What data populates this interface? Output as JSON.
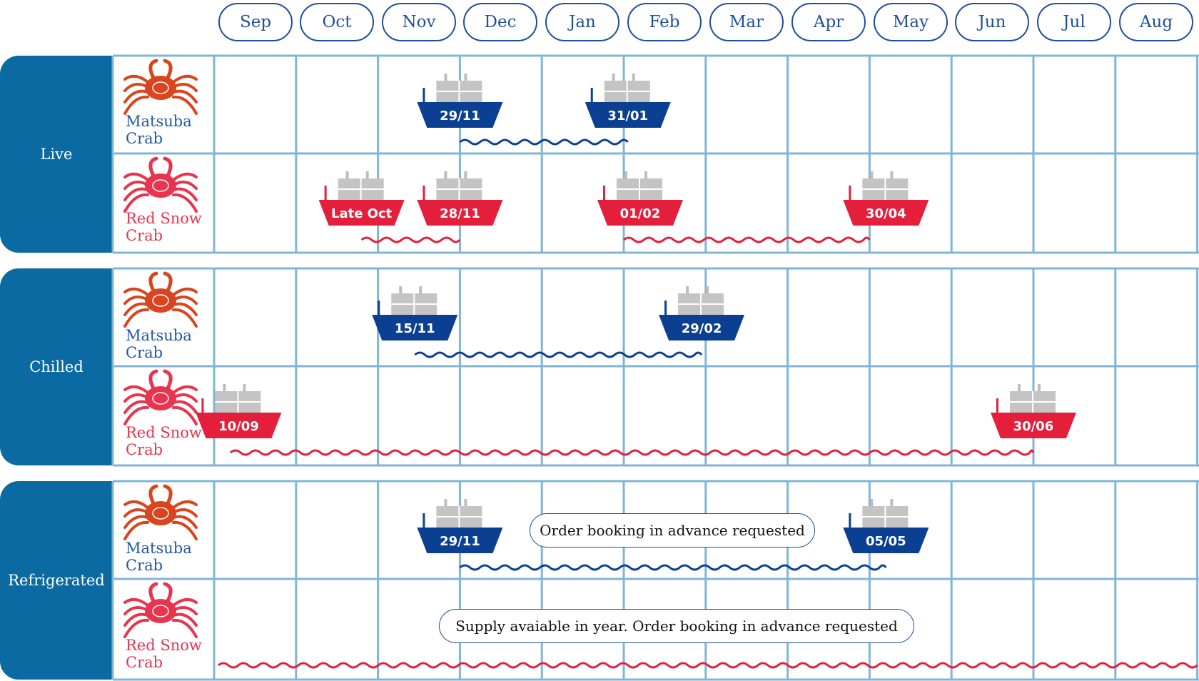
{
  "months": [
    "Sep",
    "Oct",
    "Nov",
    "Dec",
    "Jan",
    "Feb",
    "Mar",
    "Apr",
    "May",
    "Jun",
    "Jul",
    "Aug"
  ],
  "colors": {
    "blue": "#0a3d91",
    "red": "#e8233f",
    "tab": "#0a6aa1",
    "grid": "#7fb6d6",
    "hull_blue": "#0b3f92",
    "hull_red": "#e41f3c",
    "cargo": "#c4c4c4"
  },
  "sections": [
    {
      "label": "Live",
      "rows": [
        {
          "crab": "Matsuba Crab",
          "crab_line1": "Matsuba",
          "crab_line2": "Crab",
          "color": "blue",
          "ships": [
            {
              "date": "29/11",
              "month_pos": 3.0
            },
            {
              "date": "31/01",
              "month_pos": 5.05
            }
          ],
          "availability": [
            {
              "from": 3.0,
              "to": 5.05
            }
          ]
        },
        {
          "crab": "Red Snow Crab",
          "crab_line1": "Red Snow",
          "crab_line2": "Crab",
          "color": "red",
          "ships": [
            {
              "date": "Late Oct",
              "month_pos": 1.8
            },
            {
              "date": "28/11",
              "month_pos": 3.0
            },
            {
              "date": "01/02",
              "month_pos": 5.2
            },
            {
              "date": "30/04",
              "month_pos": 8.2
            }
          ],
          "availability": [
            {
              "from": 1.8,
              "to": 3.0
            },
            {
              "from": 5.0,
              "to": 8.0
            }
          ]
        }
      ]
    },
    {
      "label": "Chilled",
      "rows": [
        {
          "crab": "Matsuba Crab",
          "crab_line1": "Matsuba",
          "crab_line2": "Crab",
          "color": "blue",
          "ships": [
            {
              "date": "15/11",
              "month_pos": 2.45
            },
            {
              "date": "29/02",
              "month_pos": 5.95
            }
          ],
          "availability": [
            {
              "from": 2.45,
              "to": 5.95
            }
          ]
        },
        {
          "crab": "Red Snow Crab",
          "crab_line1": "Red Snow",
          "crab_line2": "Crab",
          "color": "red",
          "ships": [
            {
              "date": "10/09",
              "month_pos": 0.3
            },
            {
              "date": "30/06",
              "month_pos": 10.0
            }
          ],
          "availability": [
            {
              "from": 0.2,
              "to": 10.0
            }
          ]
        }
      ]
    },
    {
      "label": "Refrigerated",
      "rows": [
        {
          "crab": "Matsuba Crab",
          "crab_line1": "Matsuba",
          "crab_line2": "Crab",
          "color": "blue",
          "ships": [
            {
              "date": "29/11",
              "month_pos": 3.0
            },
            {
              "date": "05/05",
              "month_pos": 8.2
            }
          ],
          "availability": [
            {
              "from": 3.0,
              "to": 8.2
            }
          ],
          "note": "Order booking in advance requested"
        },
        {
          "crab": "Red Snow Crab",
          "crab_line1": "Red Snow",
          "crab_line2": "Crab",
          "color": "red",
          "ships": [],
          "availability": [
            {
              "from": 0.0,
              "to": 12.0
            }
          ],
          "note": "Supply avaiable in year. Order booking in advance requested"
        }
      ]
    }
  ]
}
